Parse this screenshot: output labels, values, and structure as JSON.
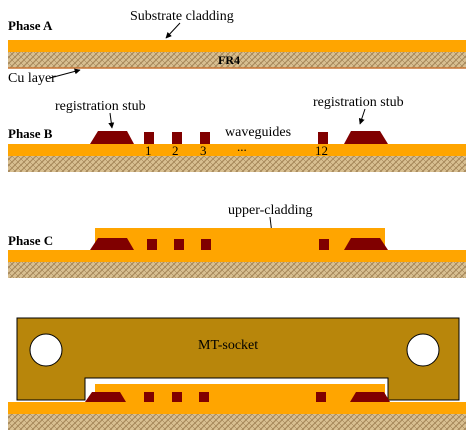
{
  "phases": {
    "a": "Phase A",
    "b": "Phase B",
    "c": "Phase C"
  },
  "labels": {
    "substrate_cladding": "Substrate cladding",
    "fr4": "FR4",
    "cu_layer": "Cu layer",
    "registration_stub_left": "registration stub",
    "registration_stub_right": "registration stub",
    "waveguides": "waveguides",
    "wg_1": "1",
    "wg_2": "2",
    "wg_3": "3",
    "wg_ellipsis": "...",
    "wg_12": "12",
    "upper_cladding": "upper-cladding",
    "mt_socket": "MT-socket"
  },
  "colors": {
    "cladding": "#FFA500",
    "fr4_base": "#D8BF91",
    "fr4_weave": "#A98A5C",
    "stub": "#800000",
    "socket": "#B8860B"
  }
}
